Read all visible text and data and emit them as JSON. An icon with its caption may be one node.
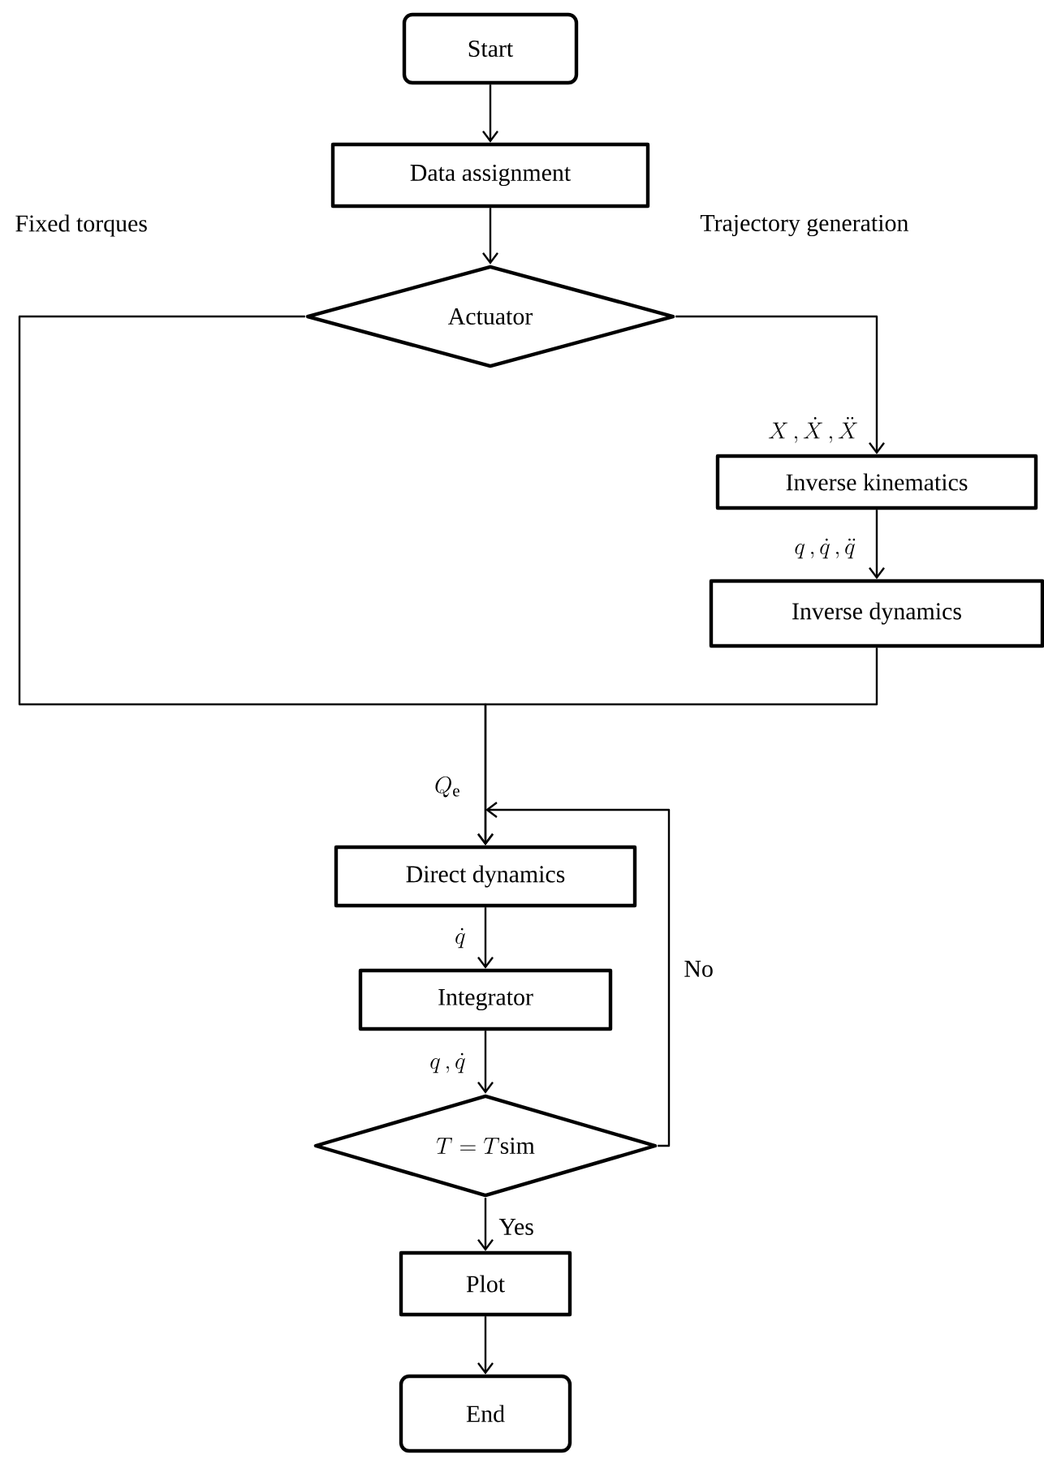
{
  "diagram": {
    "nodes": [
      {
        "text": [
          "Start"
        ]
      },
      {
        "text": [
          "Data assignment"
        ]
      },
      {
        "text": [
          "Actuator"
        ]
      },
      {
        "text": [
          "Inverse kinematics"
        ]
      },
      {
        "text": [
          "Inverse dynamics"
        ]
      },
      {
        "text": [
          "Direct dynamics"
        ]
      },
      {
        "text": [
          "Integrator"
        ]
      },
      {
        "text": [
          "T = T\\mathrm{sim}"
        ]
      },
      {
        "text": [
          "Plot"
        ]
      },
      {
        "text": [
          "End"
        ]
      }
    ],
    "edges": [
      {
        "from": 0,
        "to": 1,
        "arrow": "to"
      },
      {
        "from": 1,
        "to": 2,
        "arrow": "to"
      },
      {
        "from": 2,
        "to": 3,
        "arrow": "to",
        "label": "Trajectory generation"
      },
      {
        "from": 3,
        "to": 4,
        "arrow": "to",
        "label": "q\\,, \\dot{q}\\,, \\ddot{q}"
      },
      {
        "from": 2,
        "to": 5,
        "arrow": "to",
        "label": "Fixed torques"
      },
      {
        "from": 4,
        "to": 5,
        "arrow": "to"
      },
      {
        "from": 5,
        "to": 6,
        "arrow": "to",
        "label": "\\dot{q}"
      },
      {
        "from": 6,
        "to": 7,
        "arrow": "to",
        "label": "q\\,, \\dot{q}"
      },
      {
        "from": 7,
        "to": 5,
        "arrow": "to",
        "label": "No"
      },
      {
        "from": 7,
        "to": 8,
        "arrow": "to",
        "label": "Yes"
      },
      {
        "from": 8,
        "to": 9,
        "arrow": "to"
      }
    ],
    "labels": [
      "X\\,, \\dot{X}\\,, \\ddot{X}",
      "Q_{\\mathrm{e}}"
    ]
  }
}
